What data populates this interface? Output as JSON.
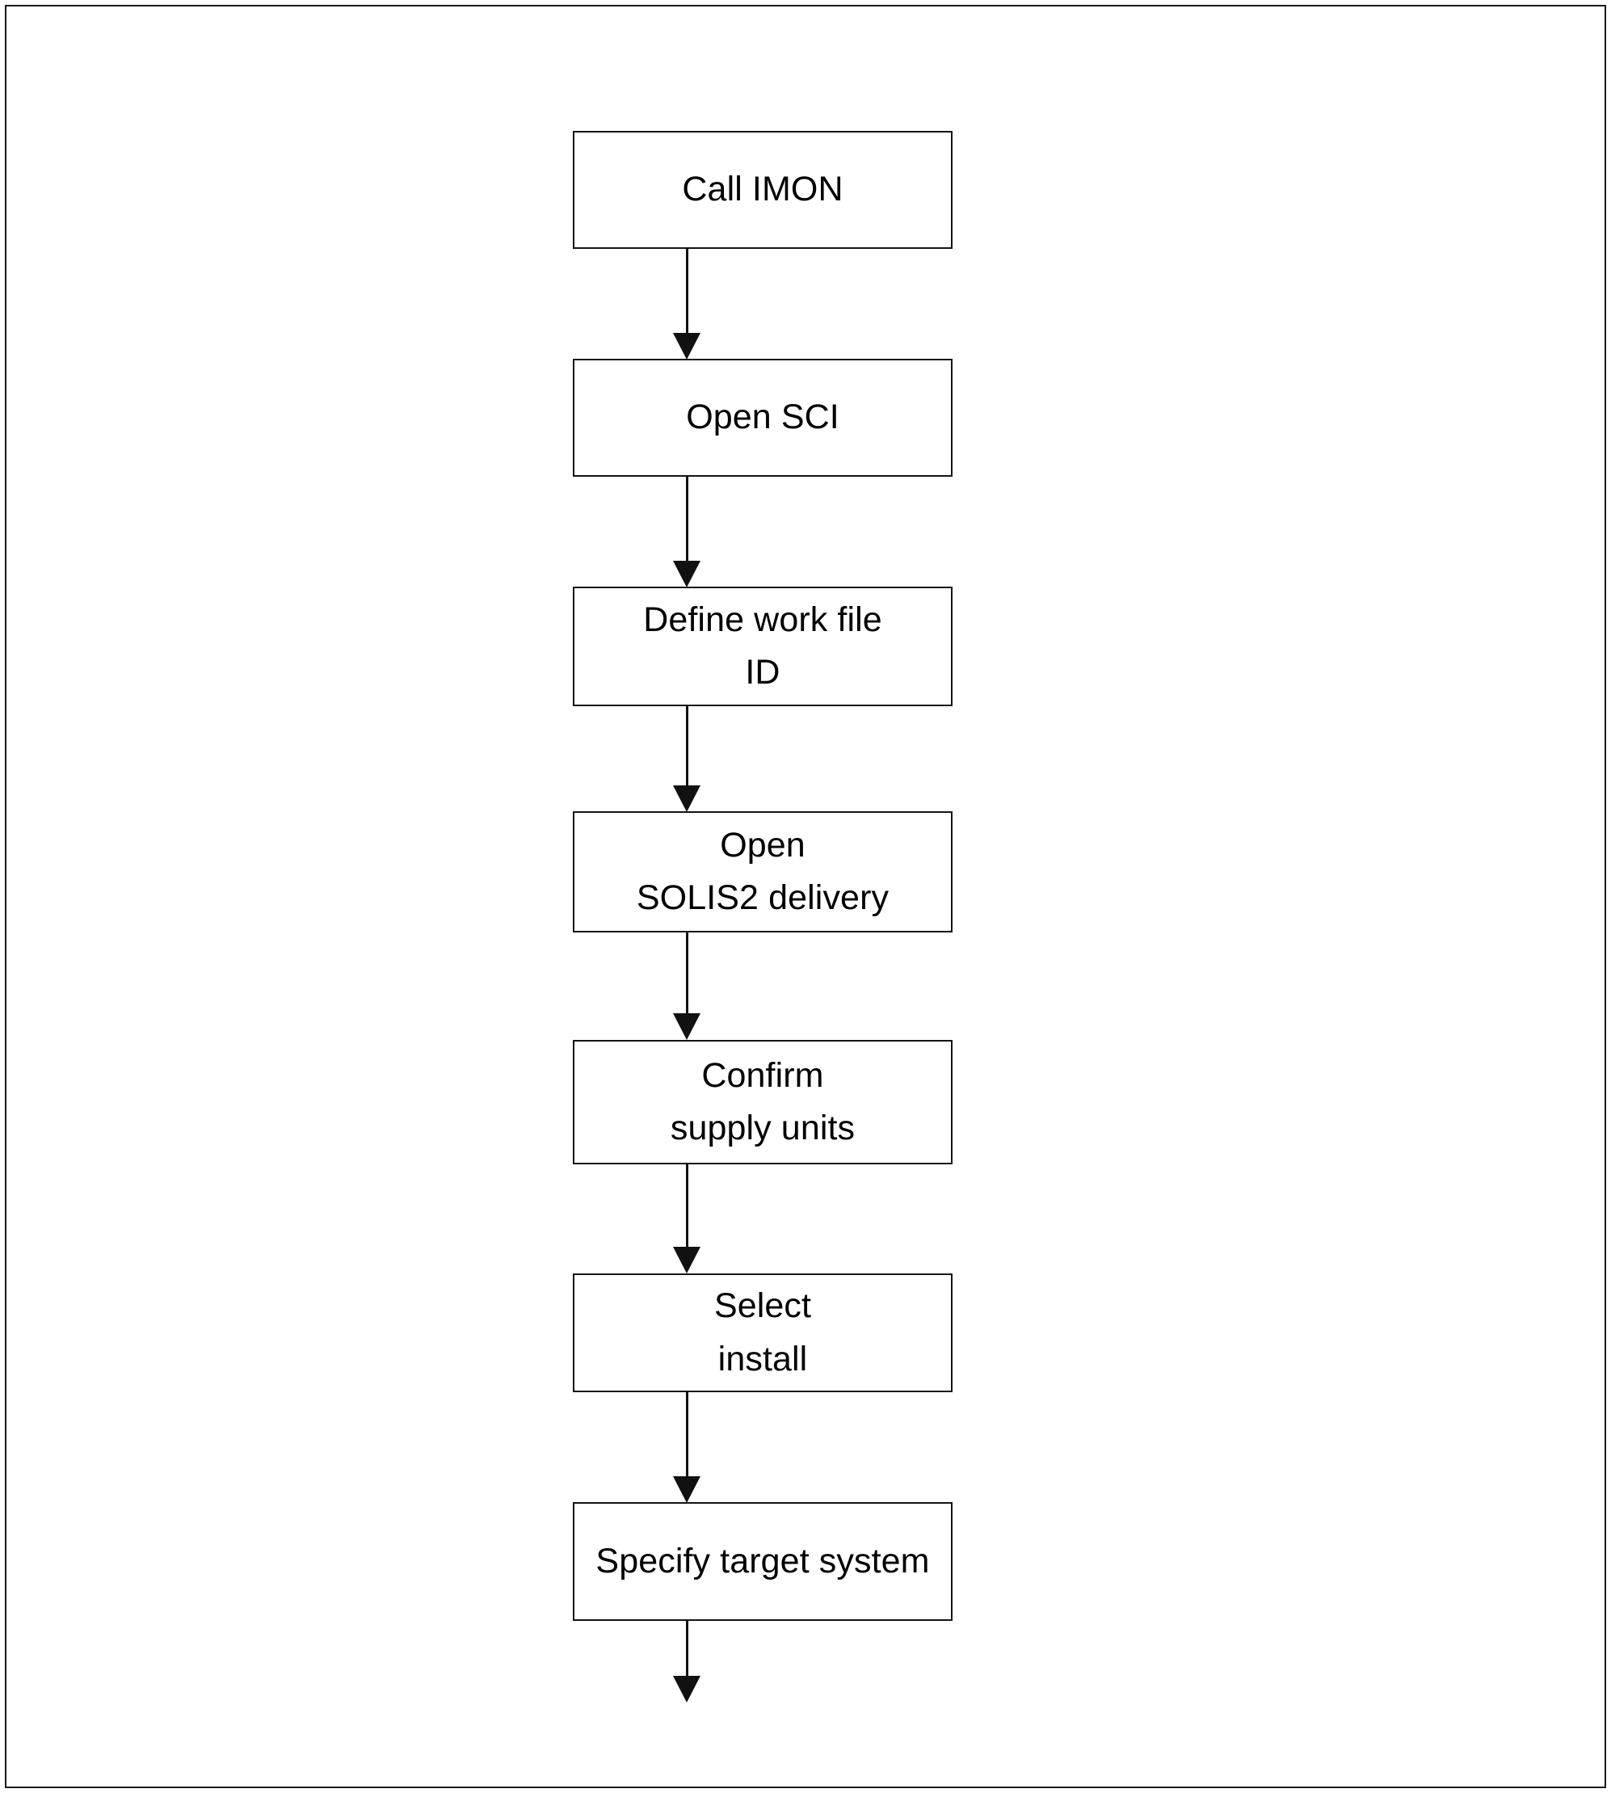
{
  "diagram": {
    "type": "flowchart",
    "orientation": "top-to-bottom",
    "border_color": "#1a1a1a",
    "node_border_color": "#141414",
    "node_fill": "#ffffff",
    "connector_color": "#111111",
    "text_color": "#000000",
    "nodes": [
      {
        "id": "n1",
        "label": "Call IMON",
        "lines": [
          "Call IMON"
        ]
      },
      {
        "id": "n2",
        "label": "Open SCI",
        "lines": [
          "Open SCI"
        ]
      },
      {
        "id": "n3",
        "label": "Define work file ID",
        "lines": [
          "Define work file",
          "ID"
        ]
      },
      {
        "id": "n4",
        "label": "Open SOLIS2 delivery",
        "lines": [
          "Open",
          "SOLIS2 delivery"
        ]
      },
      {
        "id": "n5",
        "label": "Confirm supply units",
        "lines": [
          "Confirm",
          "supply units"
        ]
      },
      {
        "id": "n6",
        "label": "Select install",
        "lines": [
          "Select",
          "install"
        ]
      },
      {
        "id": "n7",
        "label": "Specify target system",
        "lines": [
          "Specify target system"
        ]
      }
    ],
    "edges": [
      {
        "from": "n1",
        "to": "n2"
      },
      {
        "from": "n2",
        "to": "n3"
      },
      {
        "from": "n3",
        "to": "n4"
      },
      {
        "from": "n4",
        "to": "n5"
      },
      {
        "from": "n5",
        "to": "n6"
      },
      {
        "from": "n6",
        "to": "n7"
      },
      {
        "from": "n7",
        "to": "continues-below"
      }
    ]
  }
}
